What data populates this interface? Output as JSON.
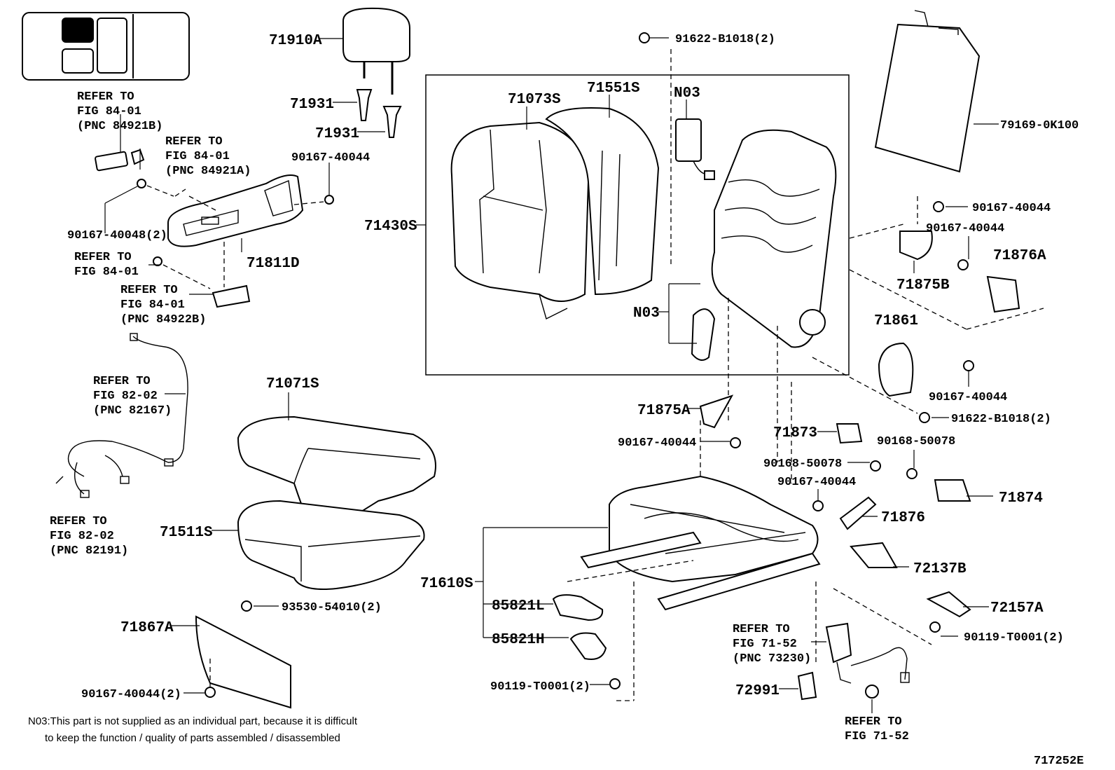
{
  "labels": {
    "headrest": "71910A",
    "guide_1": "71931",
    "guide_2": "71931",
    "bolt_b1018_top": "91622-B1018(2)",
    "board_panel": "79169-0K100",
    "bolt_40044_outer_shield": "90167-40044",
    "bolt_40048": "90167-40048(2)",
    "shield_outer": "71811D",
    "back_cover": "71073S",
    "back_pad": "71551S",
    "back_assy": "71430S",
    "n03_upper": "N03",
    "n03_lower": "N03",
    "bolt_40044_right_1": "90167-40044",
    "bolt_40044_right_2": "90167-40044",
    "cover_71876a": "71876A",
    "cover_71875b": "71875B",
    "cover_71861": "71861",
    "bolt_40044_right_3": "90167-40044",
    "bolt_b1018_right": "91622-B1018(2)",
    "cushion_cover": "71071S",
    "cover_71875a": "71875A",
    "bolt_40044_mid": "90167-40044",
    "cover_71873": "71873",
    "bolt_50078_right": "90168-50078",
    "bolt_50078_mid": "90168-50078",
    "bolt_40044_mid2": "90167-40044",
    "bracket_71874": "71874",
    "cover_71876": "71876",
    "cushion_pad": "71511S",
    "insulator_72137b": "72137B",
    "adjuster_assy": "71610S",
    "insulator_72157a": "72157A",
    "bolt_54010": "93530-54010(2)",
    "motor_l": "85821L",
    "motor_h": "85821H",
    "board_71867a": "71867A",
    "bolt_t0001_right": "90119-T0001(2)",
    "bolt_t0001_bottom": "90119-T0001(2)",
    "bolt_40044_bottom": "90167-40044(2)",
    "cover_72991": "72991"
  },
  "references": {
    "switch_a": [
      "REFER TO",
      "FIG 84-01",
      "(PNC 84921B)"
    ],
    "switch_b": [
      "REFER TO",
      "FIG 84-01",
      "(PNC 84921A)"
    ],
    "knob": [
      "REFER TO",
      "FIG 84-01"
    ],
    "switch_c": [
      "REFER TO",
      "FIG 84-01",
      "(PNC 84922B)"
    ],
    "wire_a": [
      "REFER TO",
      "FIG 82-02",
      "(PNC 82167)"
    ],
    "wire_b": [
      "REFER TO",
      "FIG 82-02",
      "(PNC 82191)"
    ],
    "belt": [
      "REFER TO",
      "FIG 71-52",
      "(PNC 73230)"
    ],
    "belt_nut": [
      "REFER TO",
      "FIG 71-52"
    ]
  },
  "footnote": [
    "N03:This part is not supplied as an individual part, because it is difficult",
    "to keep the function / quality of parts assembled / disassembled"
  ],
  "figure_code": "717252E"
}
